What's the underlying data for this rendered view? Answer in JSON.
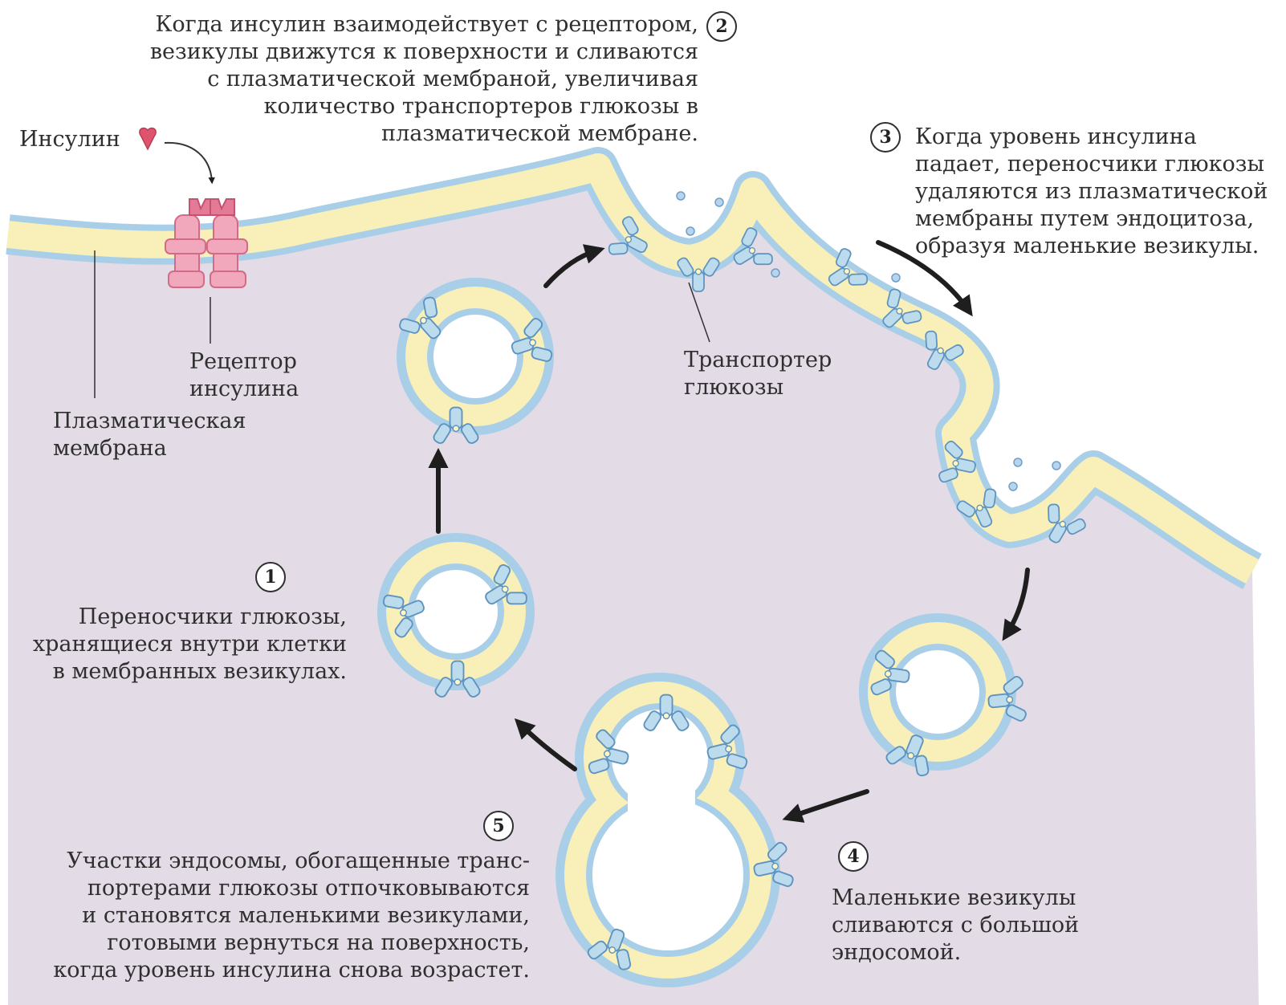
{
  "colors": {
    "cytoplasm": "#e3dbe5",
    "membrane_core": "#f8f0b8",
    "membrane_edge": "#a9cfe8",
    "transporter": "#bcdcee",
    "transporter_stroke": "#5e93bf",
    "receptor": "#f1a8bd",
    "insulin": "#e0536c",
    "arrow": "#1e1e1e"
  },
  "labels": {
    "insulin": "Инсулин",
    "receptor": [
      "Рецептор",
      "инсулина"
    ],
    "plasma_membrane": [
      "Плазматическая",
      "мембрана"
    ],
    "transporter": [
      "Транспортер",
      "глюкозы"
    ]
  },
  "steps": [
    {
      "number": "1",
      "lines": [
        "Переносчики глюкозы,",
        "хранящиеся внутри клетки",
        "в мембранных везикулах."
      ]
    },
    {
      "number": "2",
      "lines": [
        "Когда инсулин взаимодействует с рецептором,",
        "везикулы движутся к поверхности и сливаются",
        "с плазматической мембраной, увеличивая",
        "количество транспортеров глюкозы в",
        "плазматической мембране."
      ]
    },
    {
      "number": "3",
      "lines": [
        "Когда уровень инсулина",
        "падает, переносчики глюкозы",
        "удаляются из плазматической",
        "мембраны путем эндоцитоза,",
        "образуя маленькие везикулы."
      ]
    },
    {
      "number": "4",
      "lines": [
        "Маленькие везикулы",
        "сливаются с большой",
        "эндосомой."
      ]
    },
    {
      "number": "5",
      "lines": [
        "Участки эндосомы, обогащенные транс-",
        "портерами глюкозы отпочковываются",
        "и становятся маленькими везикулами,",
        "готовыми вернуться на поверхность,",
        "когда уровень инсулина снова возрастет."
      ]
    }
  ]
}
